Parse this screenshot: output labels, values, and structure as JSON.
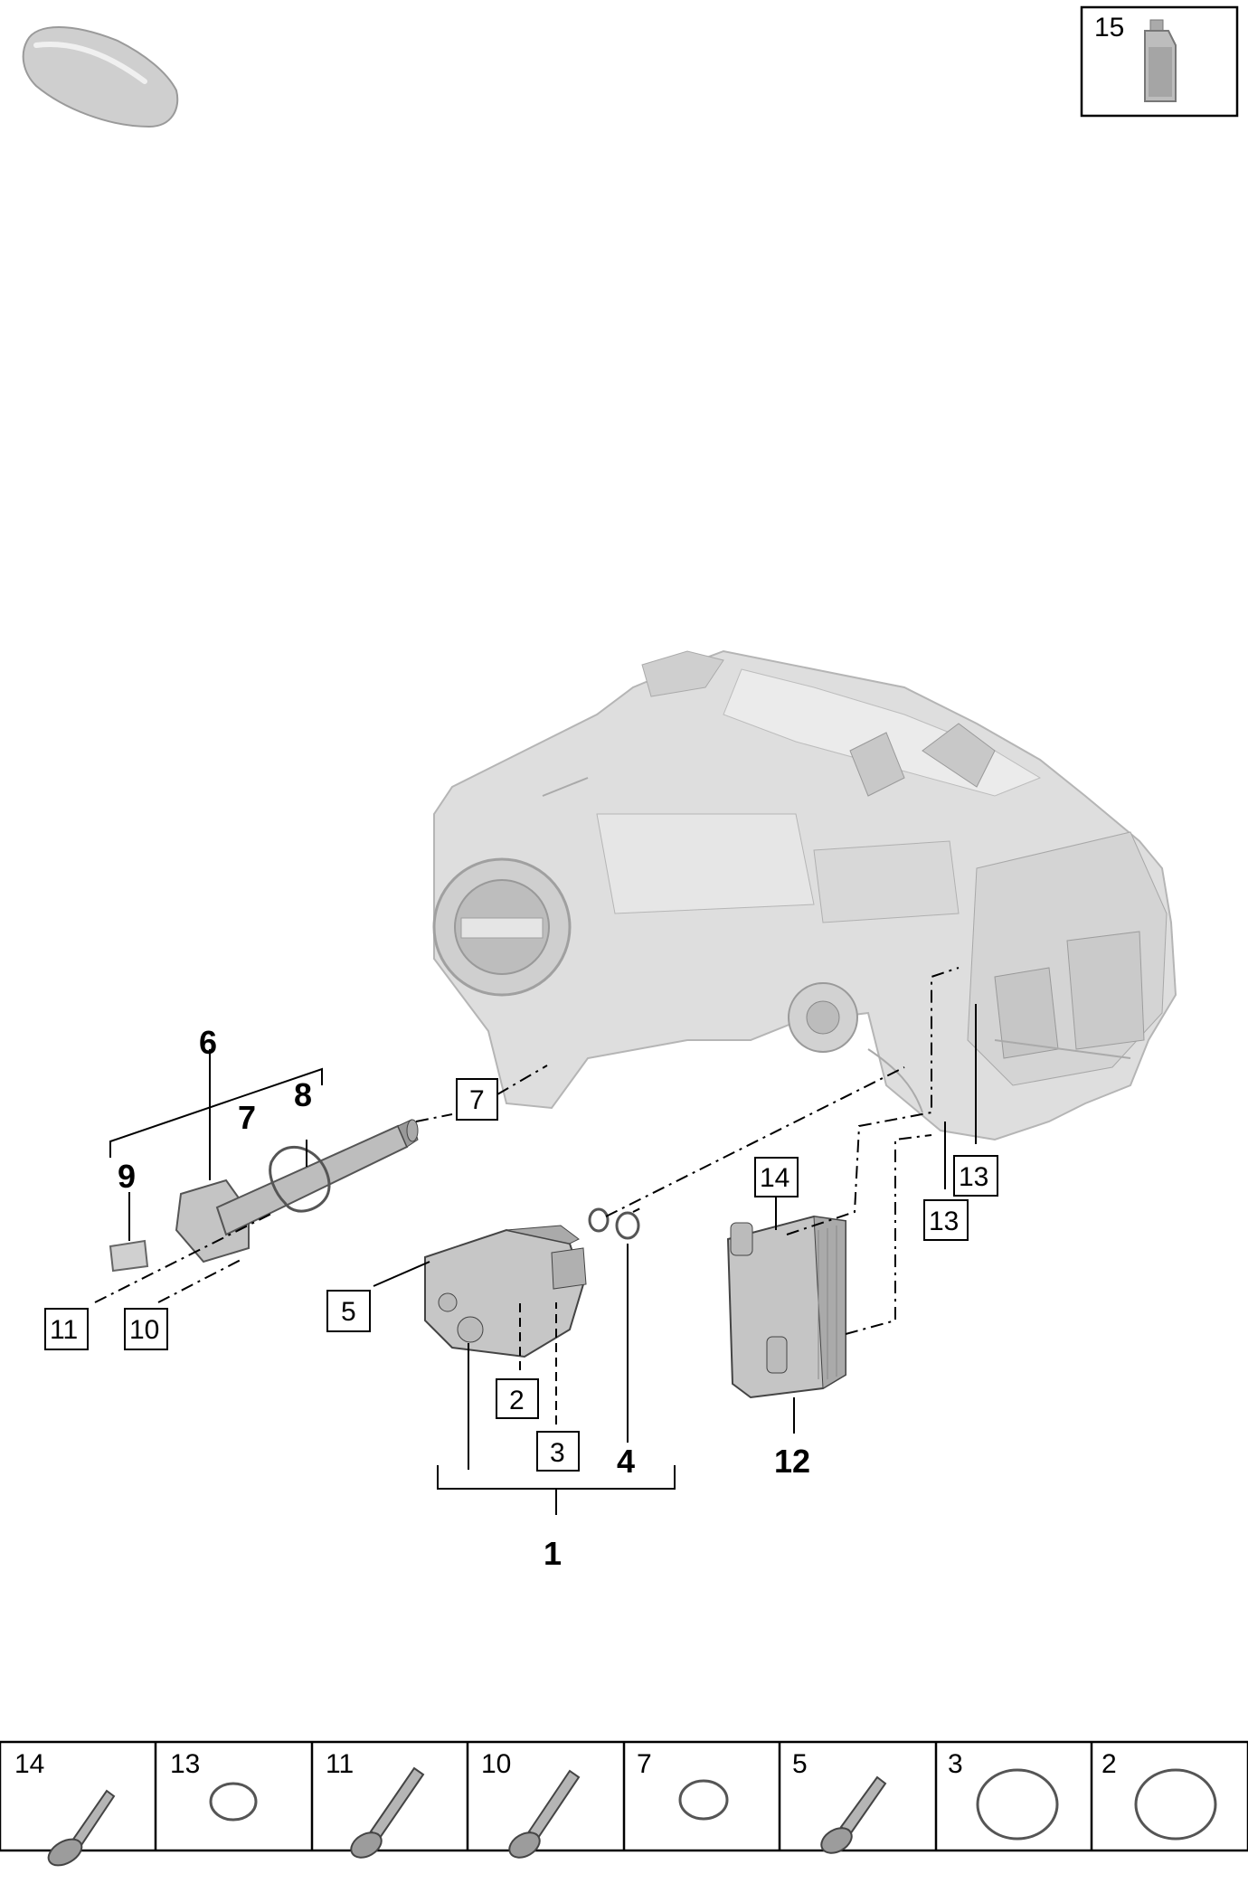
{
  "oil_box": {
    "number": "15"
  },
  "callouts": {
    "c1": "1",
    "c2": "2",
    "c3": "3",
    "c4": "4",
    "c5": "5",
    "c6": "6",
    "c7a": "7",
    "c7b": "7",
    "c8": "8",
    "c9": "9",
    "c10": "10",
    "c11": "11",
    "c12": "12",
    "c13a": "13",
    "c13b": "13",
    "c14": "14"
  },
  "legend": [
    {
      "number": "14",
      "part": "bolt-icon"
    },
    {
      "number": "13",
      "part": "o-ring-icon"
    },
    {
      "number": "11",
      "part": "bolt-icon"
    },
    {
      "number": "10",
      "part": "bolt-icon"
    },
    {
      "number": "7",
      "part": "o-ring-icon"
    },
    {
      "number": "5",
      "part": "bolt-icon"
    },
    {
      "number": "3",
      "part": "o-ring-icon"
    },
    {
      "number": "2",
      "part": "o-ring-icon"
    }
  ],
  "colors": {
    "part_fill": "#cfcfcf",
    "part_light": "#e6e6e6",
    "part_dark": "#8c8c8c",
    "line": "#000000"
  }
}
